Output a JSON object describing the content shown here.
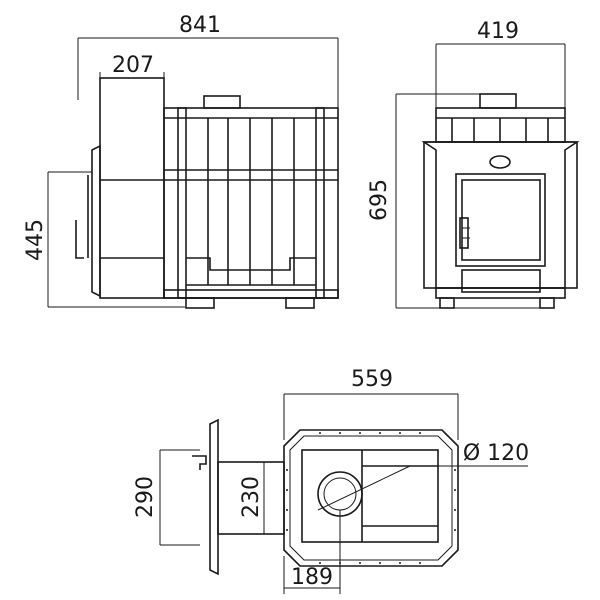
{
  "dimensions": {
    "side_width": "841",
    "side_top_offset": "207",
    "side_height": "445",
    "front_width": "419",
    "front_height": "695",
    "plan_depth": "559",
    "plan_flange": "290",
    "plan_tunnel": "230",
    "plan_offset": "189",
    "flue_diameter": "Ø 120"
  }
}
